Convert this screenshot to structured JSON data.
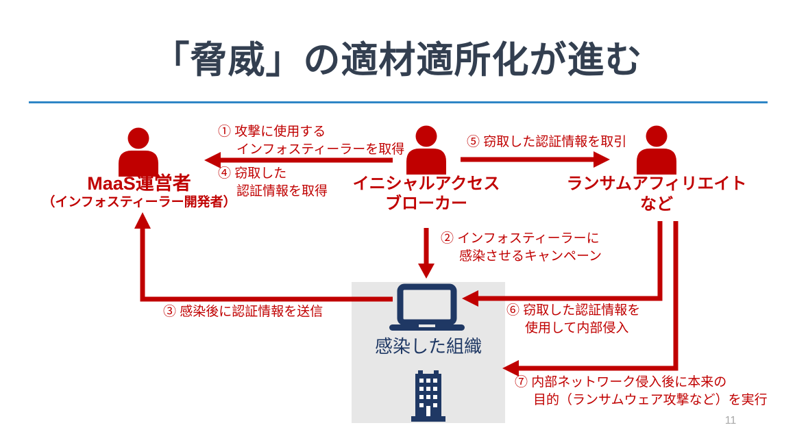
{
  "slide": {
    "title": "「脅威」の適材適所化が進む",
    "page_number": "11",
    "colors": {
      "accent_red": "#C00000",
      "icon_navy": "#1F3864",
      "title_navy": "#333F50",
      "divider_blue": "#2E86C6",
      "box_gray": "#E7E7E7",
      "page_number_gray": "#A8A8A8"
    }
  },
  "actors": {
    "maas": {
      "name": "MaaS運営者",
      "subtitle": "（インフォスティーラー開発者）",
      "icon": "person-icon"
    },
    "broker": {
      "name_line1": "イニシャルアクセス",
      "name_line2": "ブローカー",
      "icon": "person-icon"
    },
    "affiliate": {
      "name_line1": "ランサムアフィリエイト",
      "name_line2": "など",
      "icon": "person-icon"
    }
  },
  "organization": {
    "label": "感染した組織",
    "icons": [
      "laptop-icon",
      "building-icon"
    ]
  },
  "flows": {
    "f1": {
      "line1": "① 攻撃に使用する",
      "line2": "インフォスティーラーを取得",
      "from": "broker",
      "to": "maas"
    },
    "f2": {
      "line1": "② インフォスティーラーに",
      "line2": "感染させるキャンペーン",
      "from": "broker",
      "to": "organization"
    },
    "f3": {
      "line1": "③ 感染後に認証情報を送信",
      "from": "organization",
      "to": "maas"
    },
    "f4": {
      "line1": "④ 窃取した",
      "line2": "認証情報を取得",
      "from": "broker",
      "to": "maas"
    },
    "f5": {
      "line1": "⑤ 窃取した認証情報を取引",
      "from": "broker",
      "to": "affiliate"
    },
    "f6": {
      "line1": "⑥ 窃取した認証情報を",
      "line2": "使用して内部侵入",
      "from": "affiliate",
      "to": "organization"
    },
    "f7": {
      "line1": "⑦ 内部ネットワーク侵入後に本来の",
      "line2": "目的（ランサムウェア攻撃など）を実行",
      "from": "affiliate",
      "to": "organization"
    }
  }
}
